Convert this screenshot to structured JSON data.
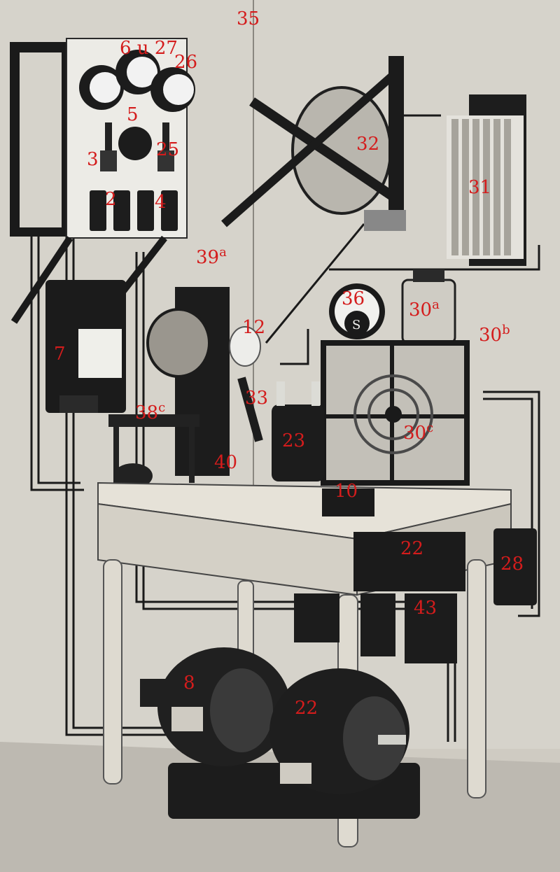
{
  "colors": {
    "wall": "#d6d3cb",
    "floor": "#bdb9b1",
    "ink": "#161616",
    "wood": "#e6e2d8",
    "label": "#d41c1c"
  },
  "labels": {
    "l35": "35",
    "l6u27": "6 u 27",
    "l26": "26",
    "l5": "5",
    "l3": "3",
    "l25": "25",
    "l2": "2",
    "l4": "4",
    "l32": "32",
    "l31": "31",
    "l39a": {
      "main": "39",
      "sup": "a"
    },
    "l7": "7",
    "l12": "12",
    "l36": "36",
    "l30a": {
      "main": "30",
      "sup": "a"
    },
    "l30b": {
      "main": "30",
      "sup": "b"
    },
    "l38c": {
      "main": "38",
      "sup": "c"
    },
    "l33": "33",
    "l23": "23",
    "l30c": {
      "main": "30",
      "sup": "c"
    },
    "l40": "40",
    "l10": "10",
    "l22": "22",
    "l28": "28",
    "l43": "43",
    "l8": "8",
    "l22b": "22"
  }
}
